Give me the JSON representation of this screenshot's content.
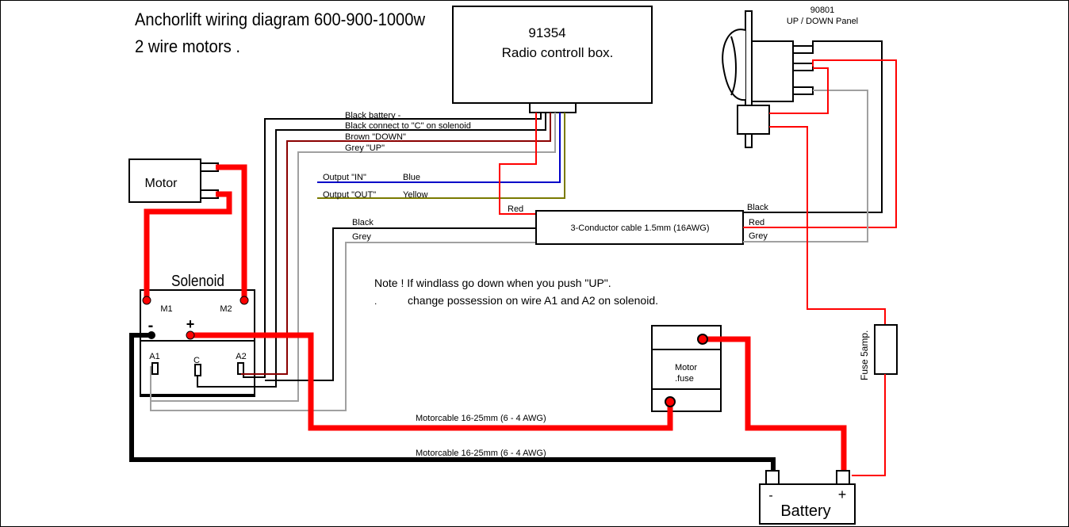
{
  "title": {
    "line1": "Anchorlift wiring diagram 600-900-1000w",
    "line2": "2 wire motors ."
  },
  "radio_box": {
    "part_number": "91354",
    "name": "Radio controll box."
  },
  "panel": {
    "part_number": "90801",
    "name": "UP / DOWN Panel"
  },
  "motor": {
    "label": "Motor"
  },
  "solenoid": {
    "label": "Solenoid",
    "m1": "M1",
    "m2": "M2",
    "minus": "-",
    "plus": "+",
    "a1": "A1",
    "c": "C",
    "a2": "A2"
  },
  "wires": {
    "black_battery": "Black battery -",
    "black_connect": "Black connect to \"C\" on solenoid",
    "brown_down": "Brown \"DOWN\"",
    "grey_up": "Grey \"UP\"",
    "output_in": "Output \"IN\"",
    "output_in_color": "Blue",
    "output_out": "Output \"OUT\"",
    "output_out_color": "Yellow",
    "red": "Red",
    "black_left": "Black",
    "grey_left": "Grey",
    "black_right": "Black",
    "red_right": "Red",
    "grey_right": "Grey"
  },
  "cable": {
    "label": "3-Conductor cable 1.5mm (16AWG)"
  },
  "note": {
    "line1": "Note ! If  windlass go down when you push \"UP\".",
    "bullet": ".",
    "line2": "change possession on wire A1 and A2 on solenoid."
  },
  "motor_fuse": {
    "line1": "Motor",
    "line2": ".fuse"
  },
  "fuse": {
    "label": "Fuse 5amp."
  },
  "motorcable": {
    "upper": "Motorcable 16-25mm (6 - 4 AWG)",
    "lower": "Motorcable 16-25mm (6 - 4 AWG)"
  },
  "battery": {
    "label": "Battery",
    "minus": "-",
    "plus": "+"
  },
  "colors": {
    "red": "#ff0000",
    "black": "#000000",
    "grey": "#a0a0a0",
    "brown": "#8b0000",
    "blue": "#0000c8",
    "yellow": "#7a7a00"
  }
}
